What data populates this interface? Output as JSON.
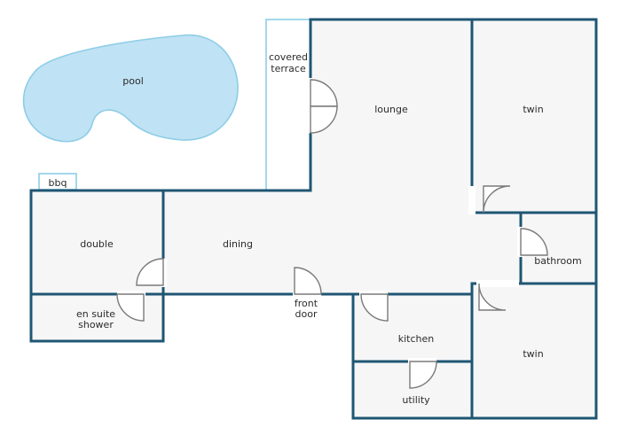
{
  "plan": {
    "pool": "pool",
    "bbq": "bbq",
    "covered_terrace_line1": "covered",
    "covered_terrace_line2": "terrace",
    "lounge": "lounge",
    "twin_top": "twin",
    "double": "double",
    "dining": "dining",
    "bathroom": "bathroom",
    "en_suite_line1": "en suite",
    "en_suite_line2": "shower",
    "front_door_line1": "front",
    "front_door_line2": "door",
    "kitchen": "kitchen",
    "utility": "utility",
    "twin_bottom": "twin"
  },
  "colors": {
    "wall": "#1f5673",
    "light_outline": "#8ecde6",
    "water": "#bfe2f4",
    "floor": "#f6f6f7",
    "door": "#7a7a7a"
  }
}
